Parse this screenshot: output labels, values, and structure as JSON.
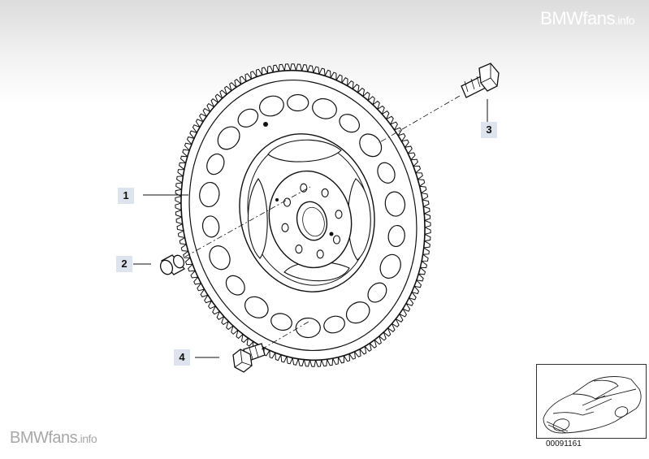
{
  "watermark": {
    "top_main": "BMWfans",
    "top_suffix": ".info",
    "bottom_main": "BMWfans",
    "bottom_suffix": ".info"
  },
  "callouts": [
    {
      "id": "1",
      "part": "flywheel-ring-gear"
    },
    {
      "id": "2",
      "part": "bushing"
    },
    {
      "id": "3",
      "part": "flywheel-bolt"
    },
    {
      "id": "4",
      "part": "bolt"
    }
  ],
  "thumbnail": {
    "diagram_id": "00091161",
    "icon": "car-outline-icon"
  },
  "colors": {
    "line": "#111111",
    "label_bg": "#dde4ee",
    "watermark": "#aaaaaa"
  }
}
